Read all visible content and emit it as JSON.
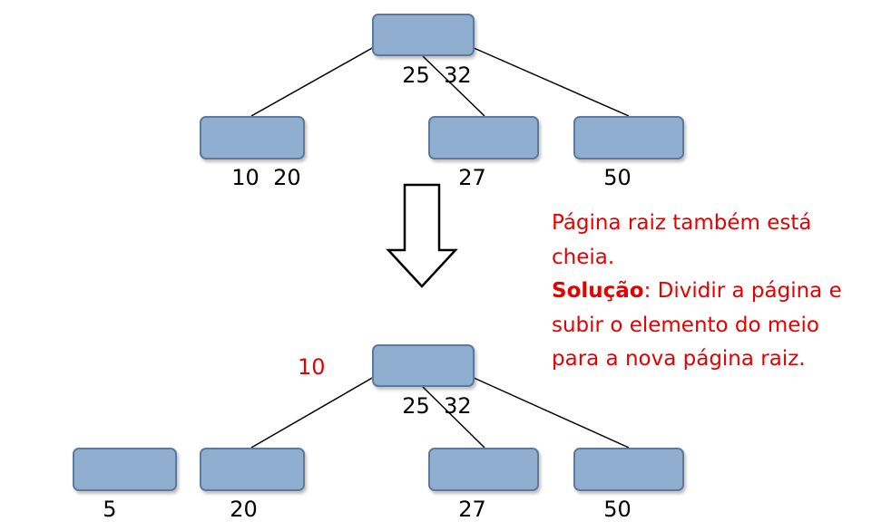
{
  "colors": {
    "node_fill": "#8faed0",
    "node_border": "#5c7a9c",
    "edge": "#000000",
    "note_text": "#e60000"
  },
  "top_tree": {
    "root": "25  32",
    "children": [
      "10  20",
      "27",
      "50"
    ]
  },
  "bottom_tree": {
    "root": "25  32",
    "children": [
      "5",
      "20",
      "27",
      "50"
    ],
    "promoted_key": "10"
  },
  "note": {
    "line1": "Página raiz também está cheia.",
    "solution_label": "Solução",
    "solution_text": ": Dividir a página e subir o elemento do meio para a nova página raiz."
  }
}
